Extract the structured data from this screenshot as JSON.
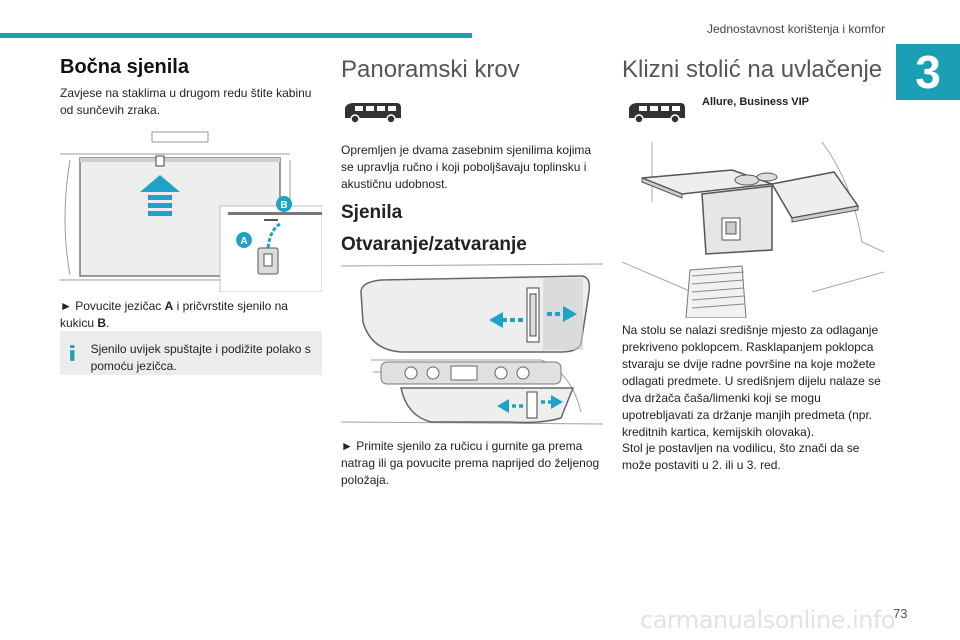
{
  "header": {
    "section_title": "Jednostavnost korištenja i komfor",
    "chapter_number": "3"
  },
  "col1": {
    "title": "Bočna sjenila",
    "intro": "Zavjese na staklima u drugom redu štite kabinu od sunčevih zraka.",
    "figure_labels": {
      "a": "A",
      "b": "B"
    },
    "step_prefix": "► Povucite jezičac ",
    "step_a": "A",
    "step_mid": " i pričvrstite sjenilo na kukicu ",
    "step_b": "B",
    "step_end": ".",
    "note": "Sjenilo uvijek spuštajte i podižite polako s pomoću jezičca."
  },
  "col2": {
    "title": "Panoramski krov",
    "intro": "Opremljen je dvama zasebnim sjenilima kojima se upravlja ručno i koji poboljšavaju toplinsku i akustičnu udobnost.",
    "subtitle1": "Sjenila",
    "subtitle2": "Otvaranje/zatvaranje",
    "step": "► Primite sjenilo za ručicu i gurnite ga prema natrag ili ga povucite prema naprijed do željenog položaja."
  },
  "col3": {
    "title": "Klizni stolić na uvlačenje",
    "trim_1": "Allure",
    "trim_sep": ", ",
    "trim_2": "Business VIP",
    "body1": "Na stolu se nalazi središnje mjesto za odlaganje prekriveno poklopcem. Rasklapanjem poklopca stvaraju se dvije radne površine na koje možete odlagati predmete. U središnjem dijelu nalaze se dva držača čaša/limenki koji se mogu upotrebljavati za držanje manjih predmeta (npr. kreditnih kartica, kemijskih olovaka).",
    "body2": "Stol je postavljen na vodilicu, što znači da se može postaviti u 2. ili u 3. red."
  },
  "footer": {
    "page_number": "73",
    "watermark": "carmanualsonline.info"
  },
  "colors": {
    "accent": "#1b9fb4",
    "arrow_blue": "#1ea3c6",
    "note_bg": "#ececec"
  }
}
